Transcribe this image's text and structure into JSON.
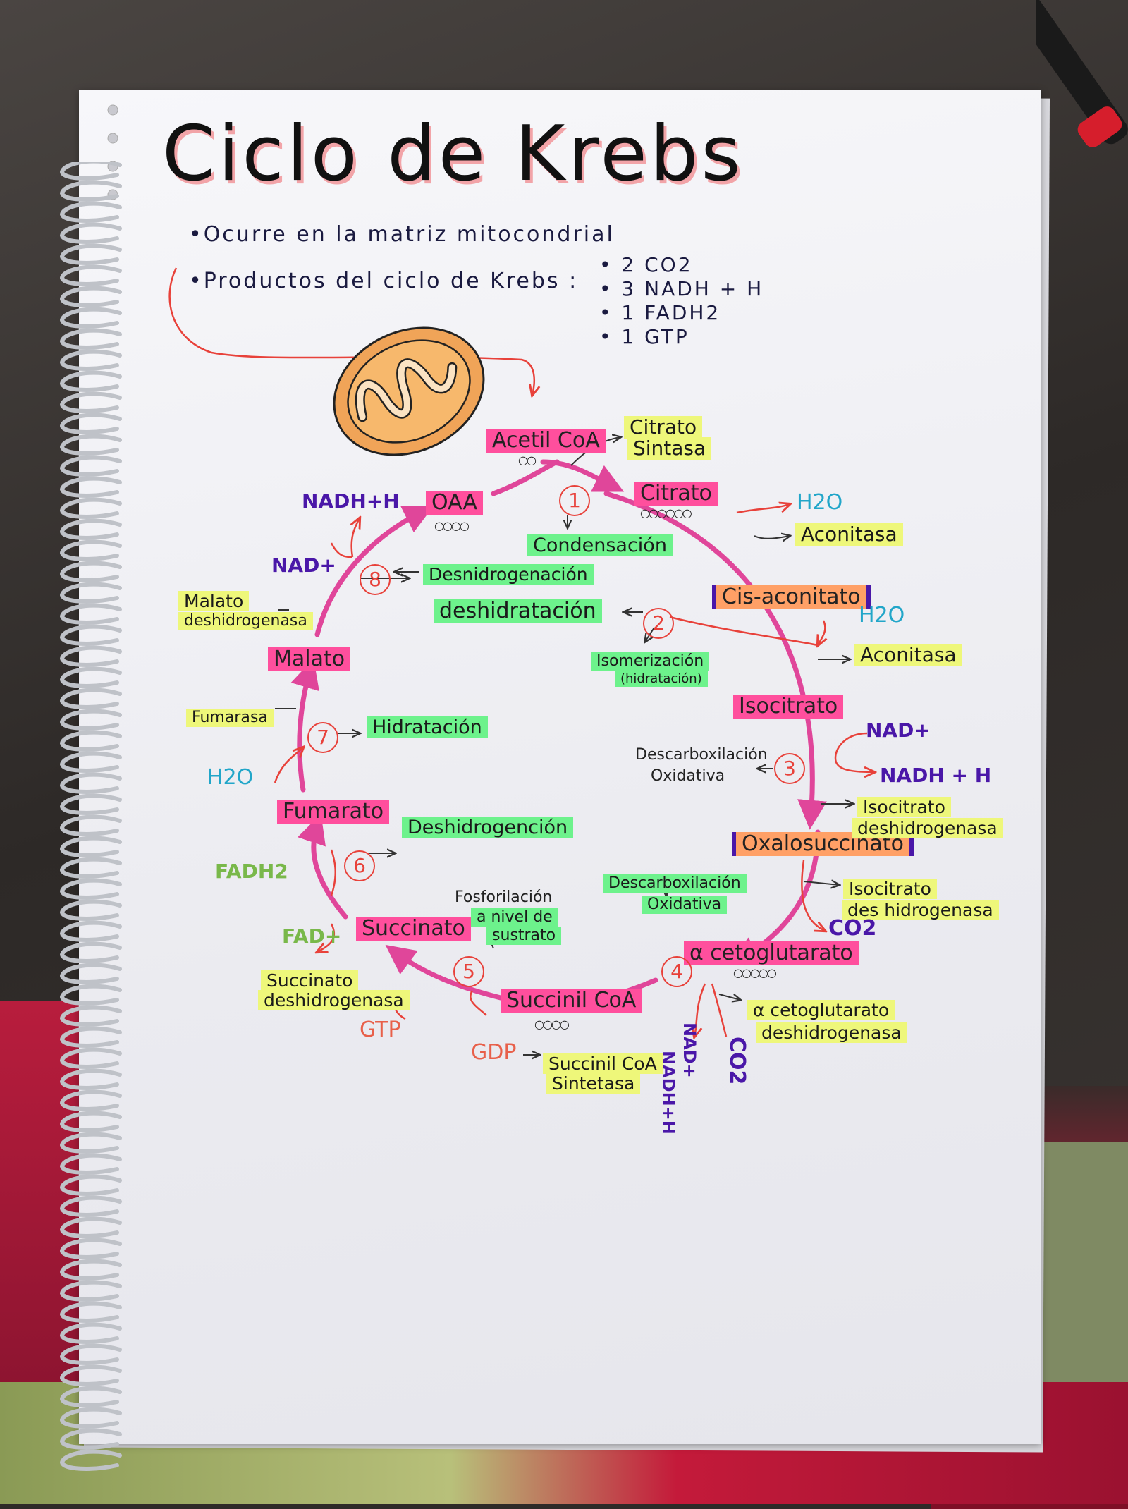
{
  "title": "Ciclo de Krebs",
  "notes": [
    "•Ocurre en la matriz mitocondrial",
    "•Productos del ciclo de Krebs :"
  ],
  "products": [
    "• 2 CO2",
    "• 3 NADH + H",
    "• 1 FADH2",
    "• 1 GTP"
  ],
  "molecules": {
    "acetil_coa": "Acetil CoA",
    "oaa": "OAA",
    "citrato": "Citrato",
    "cis_aconitato": "Cis-aconitato",
    "isocitrato": "Isocitrato",
    "oxalosuccinato": "Oxalosuccinato",
    "alfa_cetoglutarato": "α cetoglutarato",
    "succinil_coa": "Succinil CoA",
    "succinato": "Succinato",
    "fumarato": "Fumarato",
    "malato": "Malato"
  },
  "carbons": {
    "acetil_coa": "○○",
    "oaa": "○○○○",
    "citrato": "○○○○○○",
    "alfa_cetoglutarato": "○○○○○",
    "succinil_coa": "○○○○"
  },
  "steps": [
    "1",
    "2",
    "3",
    "4",
    "5",
    "6",
    "7",
    "8"
  ],
  "reactions": {
    "condensacion": "Condensación",
    "deshidratacion": "deshidratación",
    "isomerizacion": "Isomerización",
    "hidratacion_paren": "(hidratación)",
    "descarbox_1_line1": "Descarboxilación",
    "descarbox_1_line2": "Oxidativa",
    "descarbox_2_line1": "Descarboxilación",
    "descarbox_2_line2": "Oxidativa",
    "fosforilacion_line1": "Fosforilación",
    "fosforilacion_line2": "a nivel de",
    "fosforilacion_line3": "sustrato",
    "deshidrogenacion_6": "Deshidrogención",
    "hidratacion_7": "Hidratación",
    "deshidrogenacion_8": "Desnidrogenación"
  },
  "enzymes": {
    "citrato_sintasa_line1": "Citrato",
    "citrato_sintasa_line2": "Sintasa",
    "aconitasa_1": "Aconitasa",
    "aconitasa_2": "Aconitasa",
    "isocitrato_dh_1_line1": "Isocitrato",
    "isocitrato_dh_1_line2": "deshidrogenasa",
    "isocitrato_dh_2_line1": "Isocitrato",
    "isocitrato_dh_2_line2": "des hidrogenasa",
    "akg_dh_line1": "α cetoglutarato",
    "akg_dh_line2": "deshidrogenasa",
    "succinil_sintetasa_line1": "Succinil CoA",
    "succinil_sintetasa_line2": "Sintetasa",
    "succinato_dh_line1": "Succinato",
    "succinato_dh_line2": "deshidrogenasa",
    "fumarasa": "Fumarasa",
    "malato_dh_line1": "Malato",
    "malato_dh_line2": "deshidrogenasa"
  },
  "cofactors": {
    "h2o_1": "H2O",
    "h2o_2": "H2O",
    "h2o_3": "H2O",
    "nad_3": "NAD+",
    "nadh_3": "NADH + H",
    "co2_3": "CO2",
    "nad_4": "NAD+",
    "nadh_4": "NADH+H",
    "co2_4": "CO2",
    "gdp": "GDP",
    "gtp": "GTP",
    "fad": "FAD+",
    "fadh2": "FADH2",
    "nad_8": "NAD+",
    "nadh_8": "NADH+H"
  },
  "colors": {
    "cycle": "#e0469a",
    "highlight_pink": "#ff4f9d",
    "highlight_orange": "#ffa066",
    "highlight_green": "#6df28c",
    "highlight_yellow": "#eef77a",
    "purple": "#4a17a8",
    "red": "#e8413a",
    "blue": "#22a6c9"
  },
  "icons": [
    "mitochondrion-icon",
    "notebook-spiral",
    "pen-icon"
  ]
}
